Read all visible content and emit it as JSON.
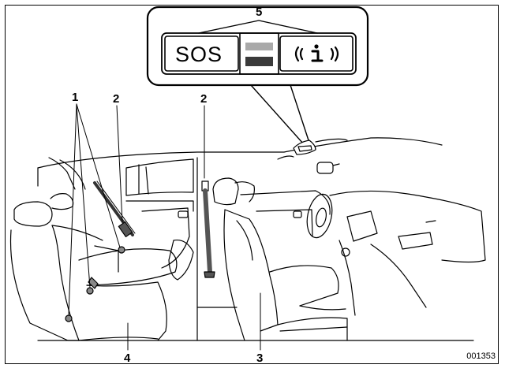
{
  "callouts": {
    "c1": "1",
    "c2a": "2",
    "c2b": "2",
    "c3": "3",
    "c4": "4",
    "c5": "5"
  },
  "panel": {
    "sos_label": "SOS",
    "info_glyph": "((·i·))",
    "info_icon": "info-call-icon"
  },
  "figure_ref": "001353",
  "colors": {
    "light_indicator": "#a9a9a9",
    "dark_indicator": "#3a3a3a",
    "belt": "#555555"
  }
}
